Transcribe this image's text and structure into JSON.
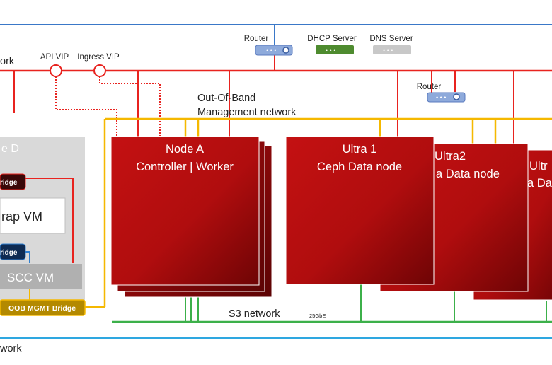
{
  "networks": {
    "top_left_fragment": "ork",
    "bottom_left_fragment": "work",
    "oob_line1": "Out-Of-Band",
    "oob_line2": "Management network",
    "s3": "S3 network",
    "s3_speed": "25GbE"
  },
  "vips": {
    "api": "API VIP",
    "ingress": "Ingress VIP"
  },
  "devices": {
    "router_top": "Router",
    "dhcp": "DHCP Server",
    "dns": "DNS Server",
    "router_mid": "Router"
  },
  "left_host": {
    "title_fragment": "e D",
    "bridge1_fragment": "ridge",
    "bootstrap_fragment": "rap VM",
    "bridge2_fragment": "ridge",
    "scc_vm": "SCC VM",
    "oob_bridge": "OOB MGMT Bridge"
  },
  "nodes": {
    "node_a_line1": "Node A",
    "node_a_line2": "Controller | Worker",
    "ultra1_line1": "Ultra 1",
    "ultra1_line2": "Ceph Data node",
    "ultra2_line1": "Ultra2",
    "ultra2_line2": "a Data node",
    "ultra3_line1": "Ultr",
    "ultra3_line2": "a Dat"
  },
  "colors": {
    "red_network": "#e8231f",
    "oob_yellow": "#f5b800",
    "s3_green": "#3cb04a",
    "blue_network": "#3a78c8",
    "node_red": "#b20f10",
    "router_blue": "#8eaadb",
    "dhcp_green": "#4e8b2f",
    "dns_gray": "#c8c8c8"
  }
}
